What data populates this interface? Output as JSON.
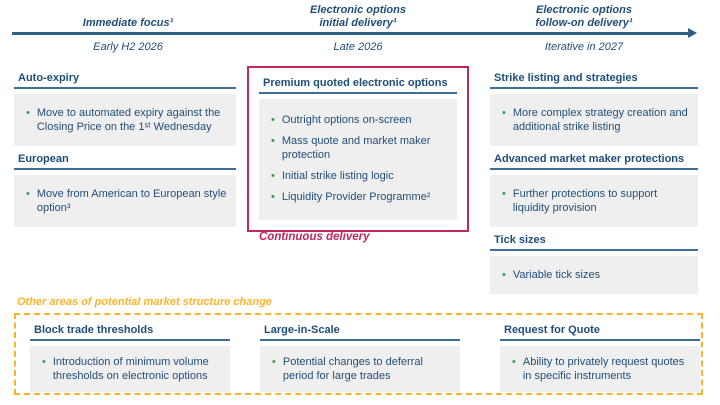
{
  "colors": {
    "navy_text": "#1F4E79",
    "steel_line": "#3C6E99",
    "arrow_blue": "#2E5E86",
    "bullet_green": "#2FA14E",
    "crimson_accent": "#C2275B",
    "orange_accent": "#FFB32A",
    "box_gray": "#EFEFEF"
  },
  "timeline": {
    "phases": [
      {
        "title": "Immediate focus¹",
        "date": "Early H2 2026"
      },
      {
        "title": "Electronic options\ninitial delivery¹",
        "date": "Late 2026"
      },
      {
        "title": "Electronic options\nfollow-on delivery¹",
        "date": "Iterative in 2027"
      }
    ]
  },
  "col1": {
    "sections": [
      {
        "heading": "Auto-expiry",
        "bullets": [
          "Move to automated expiry against the Closing Price on the 1ˢᵗ Wednesday"
        ]
      },
      {
        "heading": "European",
        "bullets": [
          "Move from American to European style option³"
        ]
      }
    ]
  },
  "featured": {
    "heading": "Premium quoted electronic options",
    "bullets": [
      "Outright options on-screen",
      "Mass quote and market maker protection",
      "Initial strike listing logic",
      "Liquidity Provider Programme²"
    ],
    "footer": "Continuous delivery"
  },
  "col3": {
    "sections": [
      {
        "heading": "Strike listing and strategies",
        "bullets": [
          "More complex strategy creation and additional strike listing"
        ]
      },
      {
        "heading": "Advanced market maker protections",
        "bullets": [
          "Further protections to support liquidity provision"
        ]
      },
      {
        "heading": "Tick sizes",
        "bullets": [
          "Variable tick sizes"
        ]
      }
    ]
  },
  "other": {
    "title": "Other areas of potential market structure change",
    "boxes": [
      {
        "heading": "Block trade thresholds",
        "bullets": [
          "Introduction of minimum volume thresholds on electronic options"
        ]
      },
      {
        "heading": "Large-in-Scale",
        "bullets": [
          "Potential changes to deferral period for large trades"
        ]
      },
      {
        "heading": "Request for Quote",
        "bullets": [
          "Ability to privately request quotes in specific instruments"
        ]
      }
    ]
  }
}
